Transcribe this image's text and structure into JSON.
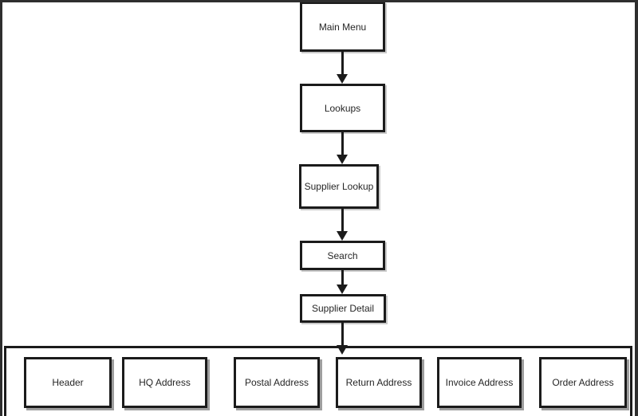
{
  "flow": {
    "nodes": {
      "main_menu": {
        "label": "Main Menu"
      },
      "lookups": {
        "label": "Lookups"
      },
      "supplier_lookup": {
        "label": "Supplier Lookup"
      },
      "search": {
        "label": "Search"
      },
      "supplier_detail": {
        "label": "Supplier Detail"
      }
    },
    "arrows": [
      {
        "from": "Main Menu",
        "to": "Lookups"
      },
      {
        "from": "Lookups",
        "to": "Supplier Lookup"
      },
      {
        "from": "Supplier Lookup",
        "to": "Search"
      },
      {
        "from": "Search",
        "to": "Supplier Detail"
      },
      {
        "from": "Supplier Detail",
        "to": "Detail Sections"
      }
    ]
  },
  "detail_sections": {
    "boxes": [
      {
        "label": "Header"
      },
      {
        "label": "HQ Address"
      },
      {
        "label": "Postal Address"
      },
      {
        "label": "Return Address"
      },
      {
        "label": "Invoice Address"
      },
      {
        "label": "Order Address"
      }
    ]
  },
  "colors": {
    "line": "#1b1b1b",
    "frame": "#2e2e2e",
    "text": "#262626",
    "background": "#ffffff"
  }
}
